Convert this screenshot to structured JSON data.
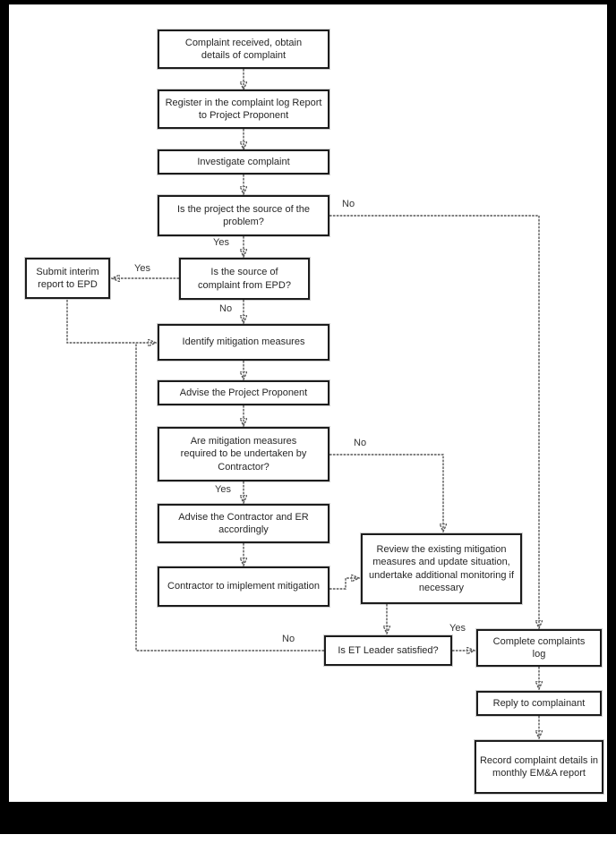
{
  "flowchart": {
    "type": "flowchart",
    "nodes": [
      {
        "id": "complaint-received",
        "label": "Complaint received, obtain details of complaint"
      },
      {
        "id": "register-complaint-log",
        "label": "Register in the complaint log Report to Project Proponent"
      },
      {
        "id": "investigate-complaint",
        "label": "Investigate complaint"
      },
      {
        "id": "project-source-decision",
        "label": "Is the project the source of the problem?"
      },
      {
        "id": "source-from-epd-decision",
        "label": "Is the source of complaint from EPD?"
      },
      {
        "id": "submit-interim-report",
        "label": "Submit interim report to EPD"
      },
      {
        "id": "identify-mitigation-measures",
        "label": "Identify mitigation measures"
      },
      {
        "id": "advise-project-proponent",
        "label": "Advise the Project Proponent"
      },
      {
        "id": "mitigation-by-contractor-decision",
        "label": "Are mitigation measures required to be undertaken by Contractor?"
      },
      {
        "id": "advise-contractor-er",
        "label": "Advise the Contractor and ER accordingly"
      },
      {
        "id": "contractor-implement-mitigation",
        "label": "Contractor to imiplement mitigation"
      },
      {
        "id": "review-existing-mitigation",
        "label": "Review the existing mitigation measures and update situation, undertake additional monitoring if necessary"
      },
      {
        "id": "et-leader-satisfied-decision",
        "label": "Is ET Leader satisfied?"
      },
      {
        "id": "complete-complaints-log",
        "label": "Complete complaints log"
      },
      {
        "id": "reply-to-complainant",
        "label": "Reply to complainant"
      },
      {
        "id": "record-complaint-details",
        "label": "Record complaint details in monthly EM&A report"
      }
    ],
    "edge_labels": [
      {
        "id": "project-source-yes",
        "text": "Yes"
      },
      {
        "id": "project-source-no",
        "text": "No"
      },
      {
        "id": "source-epd-yes",
        "text": "Yes"
      },
      {
        "id": "source-epd-no",
        "text": "No"
      },
      {
        "id": "mitigation-required-no",
        "text": "No"
      },
      {
        "id": "mitigation-required-yes",
        "text": "Yes"
      },
      {
        "id": "et-leader-no",
        "text": "No"
      },
      {
        "id": "et-leader-yes",
        "text": "Yes"
      }
    ],
    "colors": {
      "line": "#575757",
      "arrowhead": "#111111",
      "box_border": "#1c1c1c",
      "text": "#262626",
      "frame": "#000000"
    }
  }
}
